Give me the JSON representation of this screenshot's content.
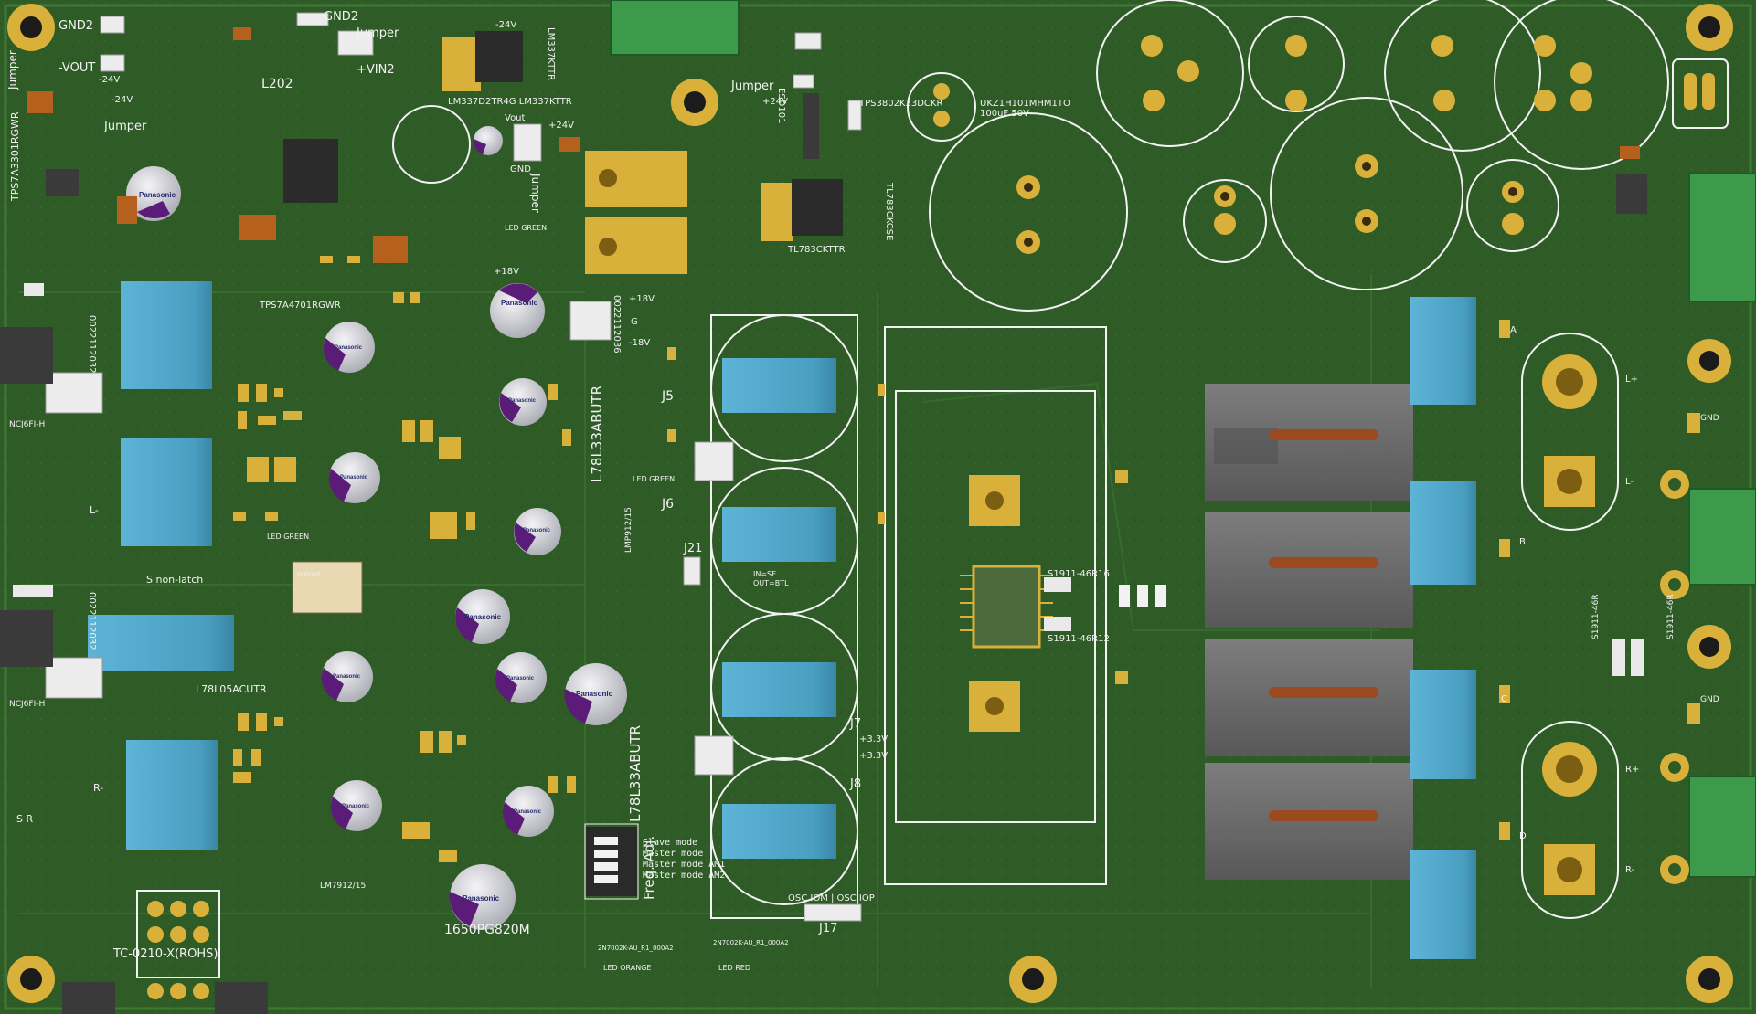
{
  "labels": {
    "gnd2_a": "GND2",
    "gnd2_b": "GND2",
    "vout_minus": "-VOUT",
    "jumper_a": "Jumper",
    "jumper_b": "Jumper",
    "jumper_c": "Jumper",
    "jumper_d": "Jumper",
    "jumper_e": "Jumper",
    "vin2": "+VIN2",
    "l202": "L202",
    "m24v_a": "-24V",
    "m24v_b": "-24V",
    "m24v_c": "-24V",
    "p24v_a": "+24V",
    "p24v_b": "+24V",
    "lm337": "LM337D2TR4G  LM337KTTR",
    "lm337k": "LM337KTTR",
    "vout": "Vout",
    "gnd_a": "GND",
    "tps7a3301": "TPS7A3301RGWR",
    "tps7a4701": "TPS7A4701RGWR",
    "tl783": "TL783CKTTR",
    "tl783c": "TL783CKCSE",
    "tps3802": "TPS3802K33DCKR",
    "ukz": "UKZ1H101MHM1TO",
    "ukz_val": "100uF 50V",
    "esd": "ESD101",
    "connector1": "0022112032",
    "connector2": "0022112032",
    "connector3": "0022112036",
    "p18v": "+18V",
    "m18v": "-18V",
    "p18v_b": "+18V",
    "g_label": "G",
    "ncj6fi": "NCJ6FI-H",
    "ncj6fi_b": "NCJ6FI-H",
    "l_minus": "L-",
    "l_plus": "L+",
    "r_minus": "R-",
    "r_plus": "R+",
    "s_r": "S R",
    "s_non_latch": "S non-latch",
    "l78l05": "L78L05ACUTR",
    "l78l33_a": "L78L33ABUTR",
    "l78l33_b": "L78L33ABUTR",
    "led_green_a": "LED GREEN",
    "led_green_b": "LED GREEN",
    "led_green_c": "LED GREEN",
    "led_orange": "LED ORANGE",
    "led_red": "LED RED",
    "omron": "omron",
    "j5": "J5",
    "j6": "J6",
    "j7": "J7",
    "j8": "J8",
    "j17": "J17",
    "j21": "J21",
    "in_se": "IN=SE",
    "out_btl": "OUT=BTL",
    "freq_adj": "Freq. Adj.",
    "slave_mode": "Slave mode",
    "master_mode": "Master mode",
    "master_am1": "Master mode AM1",
    "master_am2": "Master mode AM2",
    "osc": "OSC IOM | OSC IOP",
    "p33v_a": "+3.3V",
    "p33v_b": "+3.3V",
    "s1911_a": "S1911-46R16",
    "s1911_b": "S1911-46R12",
    "s1911_c": "S1911-46R",
    "s1911_d": "S1911-46R",
    "part_1650": "1650PG820M",
    "lm79": "LM7912/15",
    "lmp": "LMP912/15",
    "tc0210": "TC-0210-X(ROHS)",
    "nchannel_a": "2N7002K-AU_R1_000A2",
    "nchannel_b": "2N7002K-AU_R1_000A2",
    "gnd_right_a": "GND",
    "gnd_right_b": "GND",
    "a_label": "A",
    "b_label": "B",
    "c_label": "C",
    "d_label": "D",
    "panasonic": "Panasonic"
  },
  "colors": {
    "board_green": "#2e5a26",
    "silk_white": "#f2f2f2",
    "gold_pad": "#d9b13a",
    "inductor_blue": "#4fa6c8",
    "inductor_grey": "#6e6e6e",
    "copper_coil": "#9a4a1e",
    "terminal_green": "#3c9a4a",
    "capacitor_purple": "#5a1c78",
    "capacitor_silver": "#cfcfd6"
  }
}
